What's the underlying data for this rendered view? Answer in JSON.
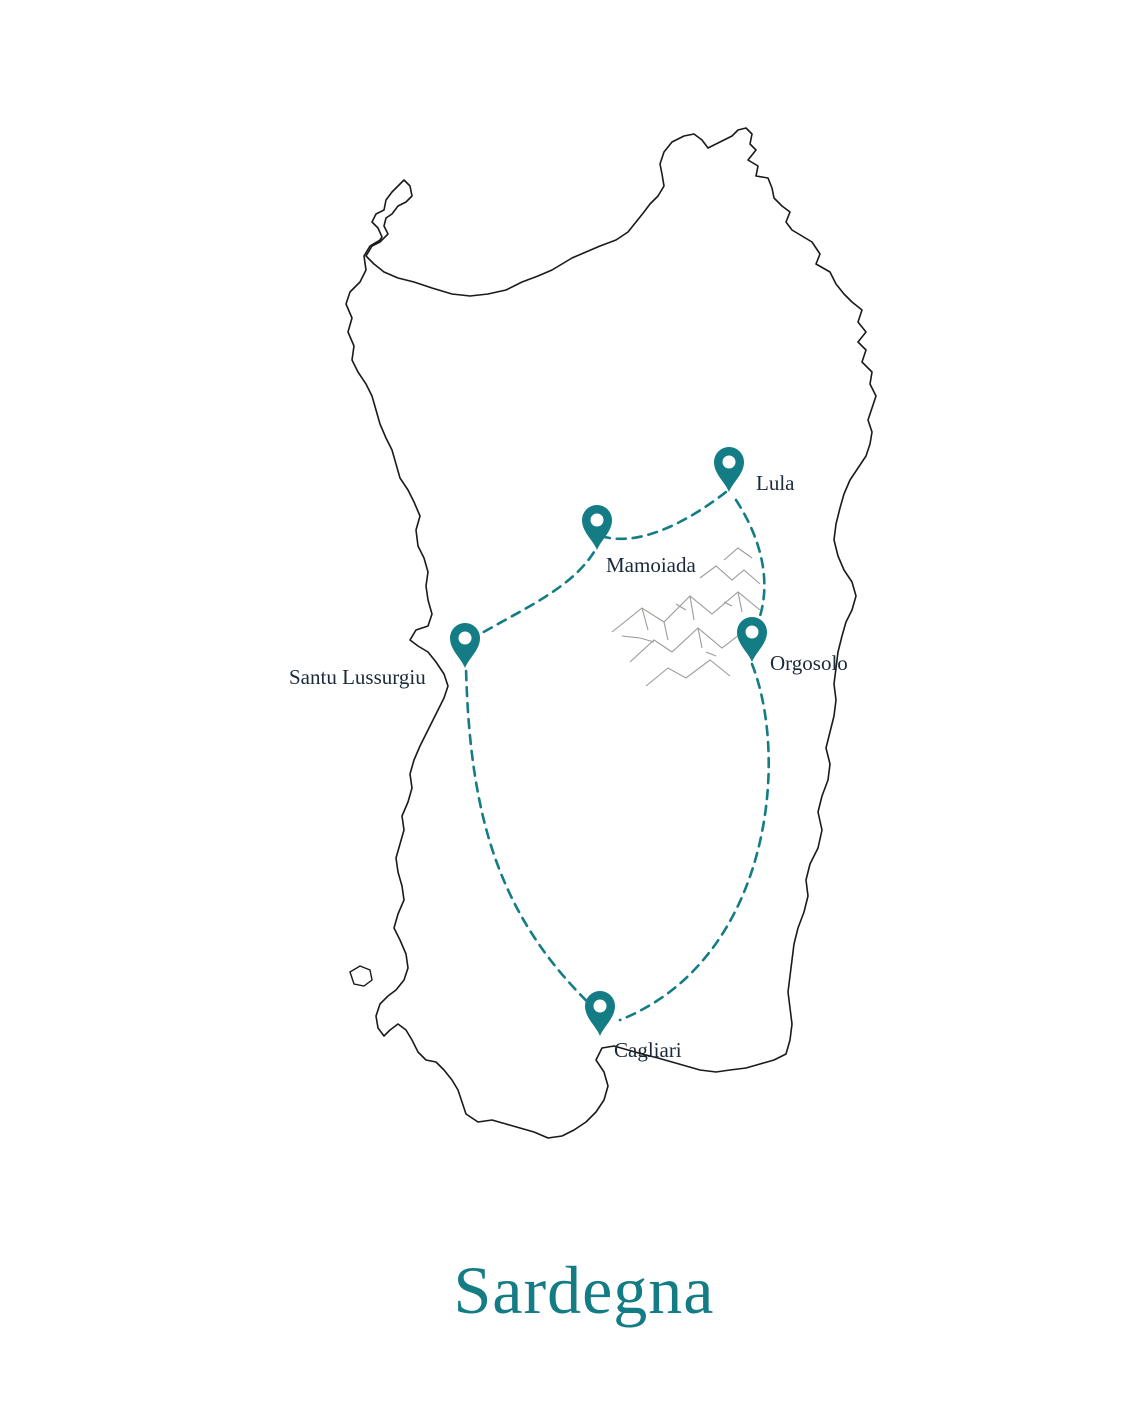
{
  "title": "Sardegna",
  "colors": {
    "accent": "#137c84",
    "label": "#1b2a3a",
    "coast": "#1a1a1a",
    "mountain": "#8f8a86"
  },
  "places": [
    {
      "id": "lula",
      "name": "Lula"
    },
    {
      "id": "mamoiada",
      "name": "Mamoiada"
    },
    {
      "id": "orgosolo",
      "name": "Orgosolo"
    },
    {
      "id": "santu-lussurgiu",
      "name": "Santu Lussurgiu"
    },
    {
      "id": "cagliari",
      "name": "Cagliari"
    }
  ],
  "route_order": [
    "mamoiada",
    "lula",
    "orgosolo",
    "cagliari",
    "santu-lussurgiu",
    "mamoiada"
  ],
  "icons": {
    "pin": "map-pin-icon",
    "relief": "mountain-range-icon"
  }
}
